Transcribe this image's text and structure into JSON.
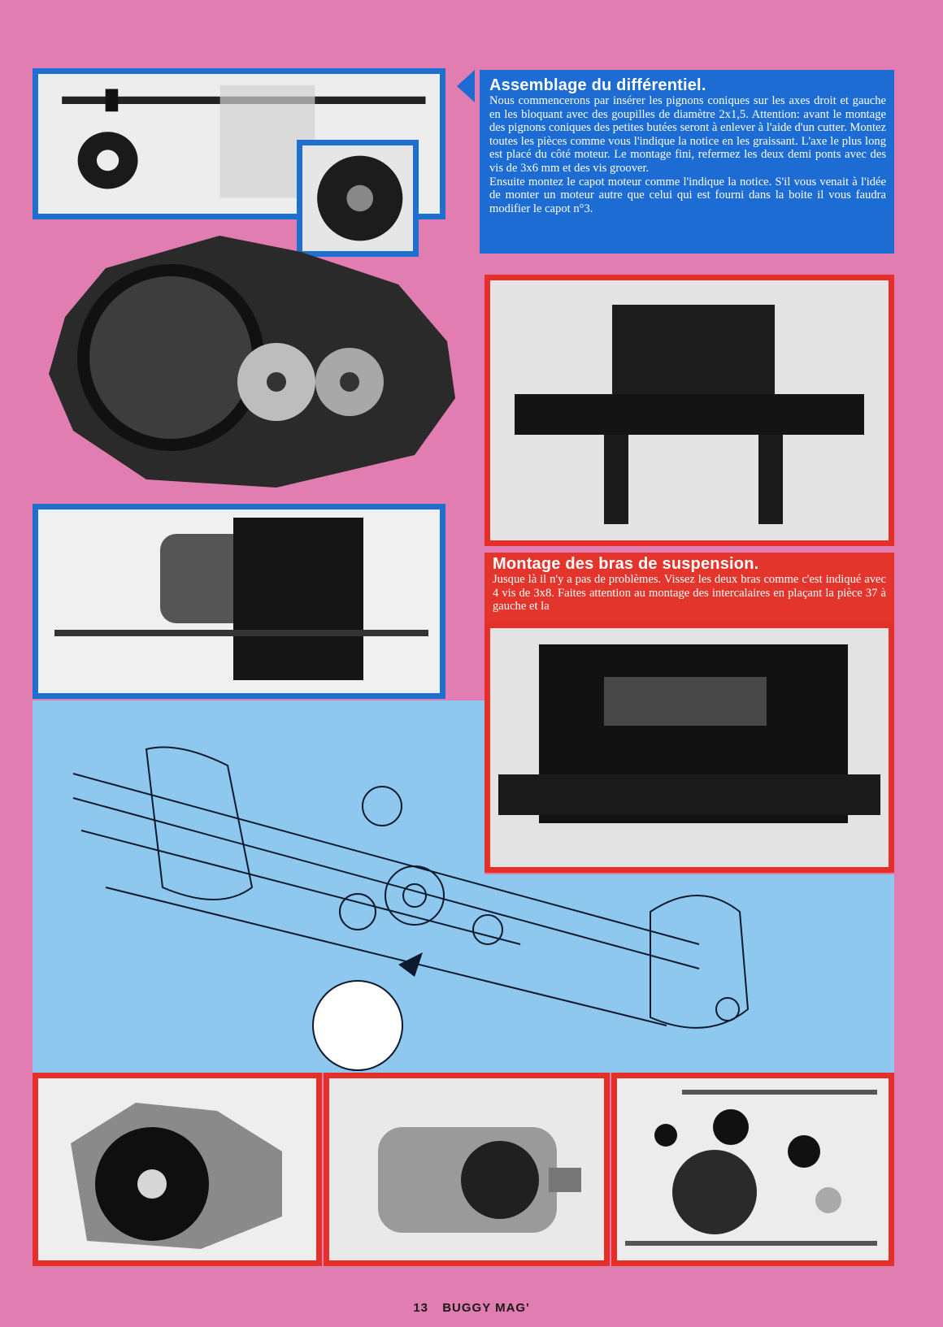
{
  "section1": {
    "title": "Assemblage du différentiel.",
    "body": "Nous commencerons par insérer les pignons coniques sur les axes droit et gauche en les bloquant avec des goupilles de diamètre 2x1,5. Attention: avant le montage des pignons coniques des petites butées seront à enlever à l'aide d'un cutter. Montez toutes les pièces comme vous l'indique la notice en les graissant. L'axe le plus long est placé du côté moteur. Le montage fini, refermez les deux demi ponts avec des vis de 3x6 mm et des vis groover.",
    "body2": "Ensuite montez le capot moteur comme l'indique la notice. S'il vous venait à l'idée de monter un moteur autre que celui qui est fourni dans la boite il vous faudra modifier le capot n°3."
  },
  "section2": {
    "title": "Montage des bras de suspension.",
    "body": "Jusque là il n'y a pas de problèmes. Vissez les deux bras comme c'est indiqué avec 4 vis de 3x8. Faites attention au montage des intercalaires en plaçant la pièce 37 à gauche et la"
  },
  "footer": {
    "page_number": "13",
    "magazine": "BUGGY MAG'"
  },
  "colors": {
    "page": "#e27db2",
    "blue": "#1c6cd4",
    "red": "#e3352c",
    "diagram": "#8ec8ef"
  }
}
